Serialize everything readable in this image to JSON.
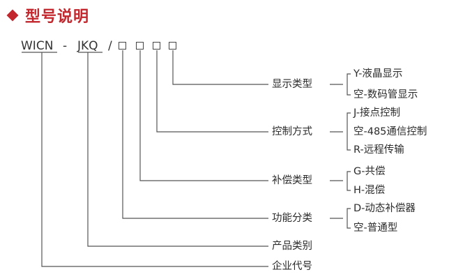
{
  "header": {
    "title": "型号说明",
    "icon": "diamond-icon",
    "accent_color": "#c1272d"
  },
  "code": {
    "part1": "WICN",
    "dash": "-",
    "part2": "JKQ",
    "slash": "/",
    "placeholder_count": 4
  },
  "fields": [
    {
      "label": "显示类型",
      "options": [
        "Y-液晶显示",
        "空-数码管显示"
      ]
    },
    {
      "label": "控制方式",
      "options": [
        "J-接点控制",
        "空-485通信控制",
        "R-远程传输"
      ]
    },
    {
      "label": "补偿类型",
      "options": [
        "G-共偿",
        "H-混偿"
      ]
    },
    {
      "label": "功能分类",
      "options": [
        "D-动态补偿器",
        "空-普通型"
      ]
    },
    {
      "label": "产品类别",
      "options": []
    },
    {
      "label": "企业代号",
      "options": []
    }
  ]
}
